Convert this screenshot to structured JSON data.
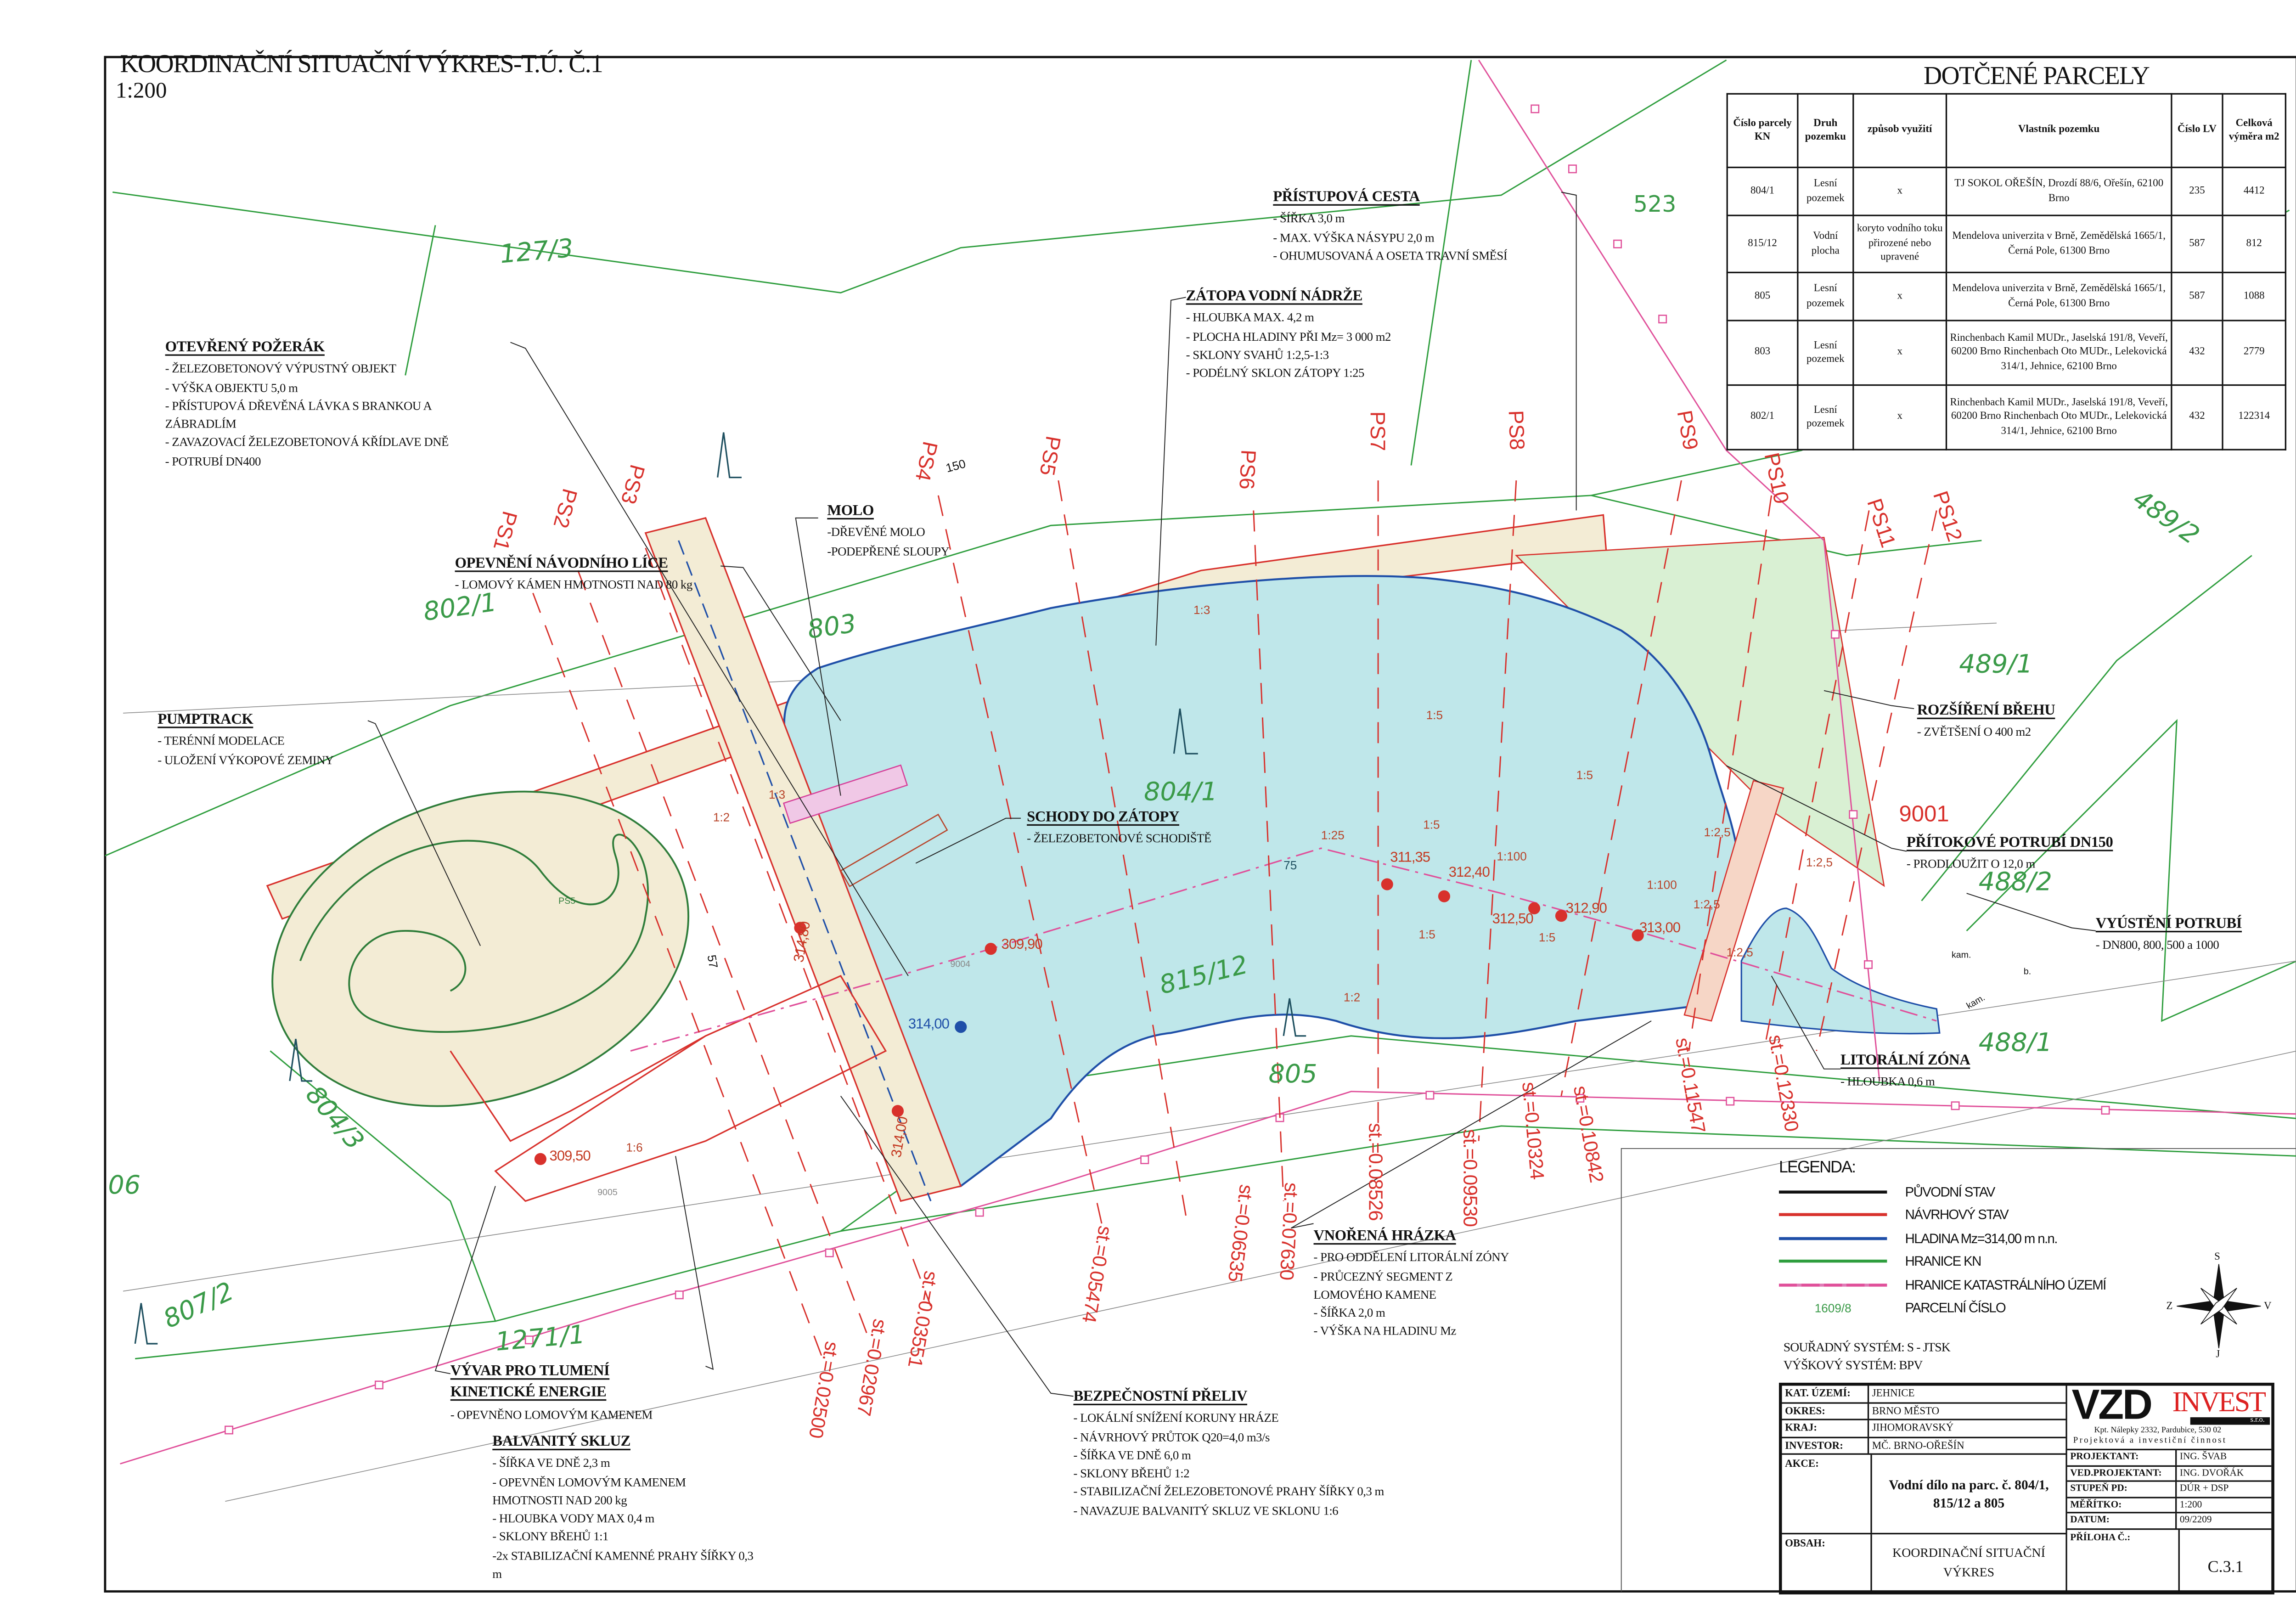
{
  "header": {
    "title": "KOORDINAČNÍ SITUAČNÍ VÝKRES-T.Ú. Č.1",
    "scale": "1:200"
  },
  "parcels_table": {
    "title": "DOTČENÉ PARCELY",
    "columns": [
      "Číslo parcely KN",
      "Druh pozemku",
      "způsob využití",
      "Vlastník pozemku",
      "Číslo LV",
      "Celková výměra m2"
    ],
    "rows": [
      {
        "kn": "804/1",
        "druh": "Lesní pozemek",
        "vyuziti": "x",
        "vlastnik": "TJ SOKOL OŘEŠÍN, Drozdí 88/6, Ořešín, 62100 Brno",
        "lv": "235",
        "vymera": "4412"
      },
      {
        "kn": "815/12",
        "druh": "Vodní plocha",
        "vyuziti": "koryto vodního toku přirozené nebo upravené",
        "vlastnik": "Mendelova univerzita v Brně, Zemědělská 1665/1, Černá Pole, 61300 Brno",
        "lv": "587",
        "vymera": "812"
      },
      {
        "kn": "805",
        "druh": "Lesní pozemek",
        "vyuziti": "x",
        "vlastnik": "Mendelova univerzita v Brně, Zemědělská 1665/1, Černá Pole, 61300 Brno",
        "lv": "587",
        "vymera": "1088"
      },
      {
        "kn": "803",
        "druh": "Lesní pozemek",
        "vyuziti": "x",
        "vlastnik": "Rinchenbach Kamil MUDr., Jaselská 191/8, Veveří, 60200 Brno Rinchenbach Oto MUDr., Lelekovická 314/1, Jehnice, 62100 Brno",
        "lv": "432",
        "vymera": "2779"
      },
      {
        "kn": "802/1",
        "druh": "Lesní pozemek",
        "vyuziti": "x",
        "vlastnik": "Rinchenbach Kamil MUDr., Jaselská 191/8, Veveří, 60200 Brno Rinchenbach Oto MUDr., Lelekovická 314/1, Jehnice, 62100 Brno",
        "lv": "432",
        "vymera": "122314"
      }
    ]
  },
  "notes": {
    "pozerak": {
      "title": "OTEVŘENÝ POŽERÁK",
      "items": [
        "- ŽELEZOBETONOVÝ VÝPUSTNÝ OBJEKT",
        "- VÝŠKA OBJEKTU 5,0 m",
        "- PŘÍSTUPOVÁ DŘEVĚNÁ LÁVKA S BRANKOU A",
        "ZÁBRADLÍM",
        "- ZAVAZOVACÍ ŽELEZOBETONOVÁ KŘÍDLAVE DNĚ",
        "- POTRUBÍ DN400"
      ]
    },
    "pumptrack": {
      "title": "PUMPTRACK",
      "items": [
        "- TERÉNNÍ MODELACE",
        "- ULOŽENÍ VÝKOPOVÉ ZEMINY"
      ]
    },
    "opevneni": {
      "title": "OPEVNĚNÍ NÁVODNÍHO LÍCE",
      "items": [
        "- LOMOVÝ KÁMEN HMOTNOSTI NAD 80 kg"
      ]
    },
    "molo": {
      "title": "MOLO",
      "items": [
        "-DŘEVĚNÉ MOLO",
        "-PODEPŘENÉ SLOUPY"
      ]
    },
    "cesta": {
      "title": "PŘÍSTUPOVÁ CESTA",
      "items": [
        "- ŠÍŘKA 3,0 m",
        "- MAX. VÝŠKA NÁSYPU 2,0 m",
        "- OHUMUSOVANÁ A OSETA TRAVNÍ SMĚSÍ"
      ]
    },
    "zatopa": {
      "title": "ZÁTOPA VODNÍ NÁDRŽE",
      "items": [
        "- HLOUBKA MAX. 4,2 m",
        "- PLOCHA HLADINY PŘI Mz= 3 000 m2",
        "- SKLONY SVAHŮ 1:2,5-1:3",
        "- PODÉLNÝ SKLON ZÁTOPY 1:25"
      ]
    },
    "schody": {
      "title": "SCHODY DO ZÁTOPY",
      "items": [
        "-  ŽELEZOBETONOVÉ SCHODIŠTĚ"
      ]
    },
    "rozsireni": {
      "title": "ROZŠÍŘENÍ BŘEHU",
      "items": [
        "- ZVĚTŠENÍ O 400 m2"
      ]
    },
    "pritok": {
      "title": "PŘÍTOKOVÉ POTRUBÍ DN150",
      "items": [
        "- PRODLOUŽIT O 12,0 m"
      ]
    },
    "vyusteni": {
      "title": "VYÚSTĚNÍ POTRUBÍ",
      "items": [
        "- DN800, 800, 500 a 1000"
      ]
    },
    "litoral": {
      "title": "LITORÁLNÍ ZÓNA",
      "items": [
        "- HLOUBKA 0,6 m"
      ]
    },
    "hrazka": {
      "title": "VNOŘENÁ HRÁZKA",
      "items": [
        "- PRO ODDĚLENÍ LITORÁLNÍ ZÓNY",
        "- PRŮCEZNÝ SEGMENT Z",
        "LOMOVÉHO KAMENE",
        "- ŠÍŘKA 2,0 m",
        "- VÝŠKA NA HLADINU Mz"
      ]
    },
    "preliv": {
      "title": "BEZPEČNOSTNÍ PŘELIV",
      "items": [
        "- LOKÁLNÍ SNÍŽENÍ KORUNY HRÁZE",
        "- NÁVRHOVÝ PRŮTOK Q20=4,0 m3/s",
        "- ŠÍŘKA VE DNĚ 6,0 m",
        "- SKLONY BŘEHŮ 1:2",
        "- STABILIZAČNÍ ŽELEZOBETONOVÉ PRAHY ŠÍŘKY 0,3 m",
        "- NAVAZUJE BALVANITÝ SKLUZ VE SKLONU 1:6"
      ]
    },
    "vyvar": {
      "title1": "VÝVAR PRO TLUMENÍ",
      "title2": "KINETICKÉ ENERGIE",
      "items": [
        "- OPEVNĚNO LOMOVÝM KAMENEM"
      ]
    },
    "skluz": {
      "title": "BALVANITÝ SKLUZ",
      "items": [
        "- ŠÍŘKA VE DNĚ 2,3 m",
        "- OPEVNĚN LOMOVÝM KAMENEM",
        "HMOTNOSTI NAD 200 kg",
        "- HLOUBKA VODY MAX 0,4 m",
        "- SKLONY BŘEHŮ 1:1",
        "-2x STABILIZAČNÍ KAMENNÉ PRAHY ŠÍŘKY 0,3",
        "m"
      ]
    }
  },
  "parcel_numbers": [
    "127/3",
    "802/1",
    "803",
    "804/1",
    "815/12",
    "805",
    "489/1",
    "488/2",
    "488/1",
    "489/2",
    "804/3",
    "807/2",
    "1271/1",
    "06",
    "523"
  ],
  "profiles": [
    "PS1",
    "PS2",
    "PS3",
    "PS4",
    "PS5",
    "PS6",
    "PS7",
    "PS8",
    "PS9",
    "PS10",
    "PS11",
    "PS12"
  ],
  "stations": [
    "st.=0.02500",
    "st.=0.02967",
    "st.=0.03551",
    "st.=0.05474",
    "st.=0.06535",
    "st.=0.07630",
    "st.=0.08526",
    "st.=0.09530",
    "st.=0.10324",
    "st.=0.10842",
    "st.=0.11547",
    "st.=0.12330"
  ],
  "elevations": [
    "309,90",
    "314,00",
    "311,35",
    "312,40",
    "312,50",
    "312,90",
    "313,00",
    "309,50",
    "314,80",
    "314,00"
  ],
  "map_labels": [
    "1:25",
    "1:100",
    "1:100",
    "1:5",
    "1:5",
    "1:5",
    "1:5",
    "1:5",
    "1:2,5",
    "1:2,5",
    "1:2,5",
    "1:3",
    "1:3",
    "1:2",
    "1:2",
    "1:6",
    "1:2,5",
    "150",
    "57",
    "75",
    "9001",
    "9004",
    "9005",
    "kam.",
    "kam.",
    "b.",
    "PS5"
  ],
  "legend": {
    "title": "LEGENDA:",
    "items": [
      {
        "label": "PŮVODNÍ STAV",
        "color": "#111111"
      },
      {
        "label": "NÁVRHOVÝ STAV",
        "color": "#d8312c"
      },
      {
        "label": "HLADINA Mz=314,00 m n.n.",
        "color": "#1f4fa8"
      },
      {
        "label": "HRANICE KN",
        "color": "#2f9e3e"
      },
      {
        "label": "HRANICE KATASTRÁLNÍHO ÚZEMÍ",
        "color": "#e0509a"
      }
    ],
    "parcel_sample": "1609/8",
    "parcel_label": "PARCELNÍ ČÍSLO",
    "coord_system": "SOUŘADNÝ SYSTÉM: S - JTSK",
    "height_system": "VÝŠKOVÝ SYSTÉM: BPV",
    "compass": {
      "n": "S",
      "s": "J",
      "w": "Z",
      "e": "V"
    }
  },
  "title_block": {
    "rows": [
      {
        "k": "KAT. ÚZEMÍ:",
        "v": "JEHNICE"
      },
      {
        "k": "OKRES:",
        "v": "BRNO MĚSTO"
      },
      {
        "k": "KRAJ:",
        "v": "JIHOMORAVSKÝ"
      },
      {
        "k": "INVESTOR:",
        "v": "MČ. BRNO-OŘEŠÍN"
      }
    ],
    "akce_label": "AKCE:",
    "akce": "Vodní dílo na parc. č. 804/1, 815/12 a 805",
    "obsah_label": "OBSAH:",
    "obsah": "KOORDINAČNÍ SITUAČNÍ VÝKRES",
    "logo": {
      "vzd": "VZD",
      "invest": "INVEST",
      "sro": "s.r.o.",
      "address": "Kpt. Nálepky 2332, Pardubice, 530 02",
      "activity": "Projektová a investiční činnost"
    },
    "right_rows": [
      {
        "k": "PROJEKTANT:",
        "v": "ING. ŠVAB"
      },
      {
        "k": "VED.PROJEKTANT:",
        "v": "ING. DVOŘÁK"
      },
      {
        "k": "STUPEŇ PD:",
        "v": "DÚR + DSP"
      },
      {
        "k": "MĚŘÍTKO:",
        "v": "1:200"
      },
      {
        "k": "DATUM:",
        "v": "09/2209"
      }
    ],
    "priloha_label": "PŘÍLOHA Č.:",
    "priloha": "C.3.1"
  }
}
